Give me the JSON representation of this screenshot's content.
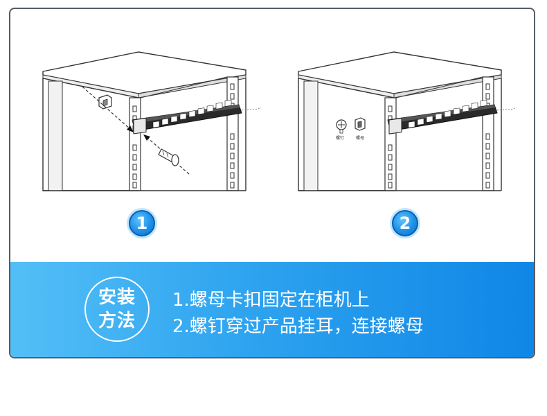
{
  "steps": {
    "badges": [
      "1",
      "2"
    ],
    "labels": {
      "screw": "螺钉",
      "nut": "螺母"
    }
  },
  "instructions": {
    "title_line1": "安装",
    "title_line2": "方法",
    "step1": "1.螺母卡扣固定在柜机上",
    "step2": "2.螺钉穿过产品挂耳，连接螺母"
  },
  "colors": {
    "band_start": "#53bff7",
    "band_end": "#0f86e6",
    "badge": "#1e90e8",
    "frame": "#555c66"
  },
  "icons": [
    "rack-cabinet-icon",
    "pdu-strip-icon",
    "cage-nut-icon",
    "screw-icon"
  ]
}
